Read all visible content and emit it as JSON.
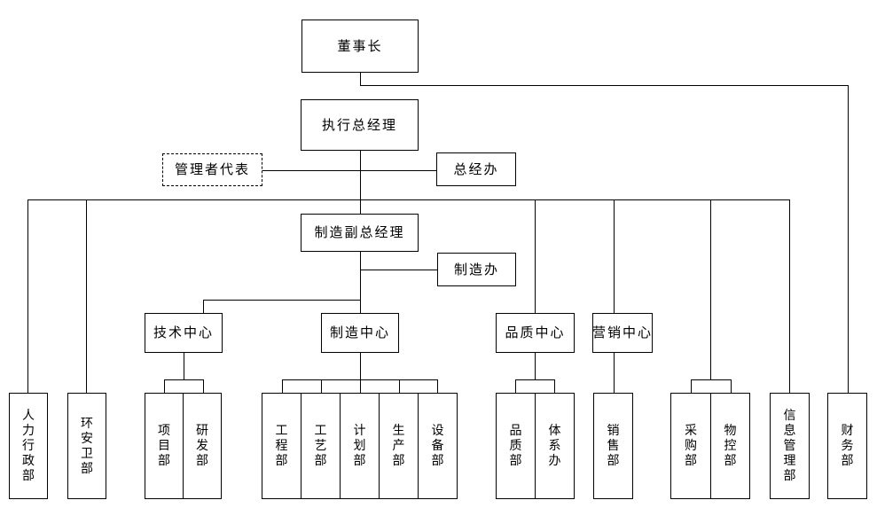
{
  "org_chart": {
    "colors": {
      "line": "#000000",
      "background": "#ffffff",
      "text": "#000000"
    },
    "nodes": [
      {
        "id": "chairman",
        "label": "董事长"
      },
      {
        "id": "executive-gm",
        "label": "执行总经理"
      },
      {
        "id": "management-rep",
        "label": "管理者代表"
      },
      {
        "id": "gm-office",
        "label": "总经办"
      },
      {
        "id": "manufacturing-deputy-gm",
        "label": "制造副总经理"
      },
      {
        "id": "manufacturing-office",
        "label": "制造办"
      },
      {
        "id": "tech-center",
        "label": "技术中心"
      },
      {
        "id": "manufacturing-center",
        "label": "制造中心"
      },
      {
        "id": "quality-center",
        "label": "品质中心"
      },
      {
        "id": "marketing-center",
        "label": "营销中心"
      },
      {
        "id": "hr-admin-dept",
        "label": "人力行政部"
      },
      {
        "id": "ehs-dept",
        "label": "环安卫部"
      },
      {
        "id": "project-dept",
        "label": "项目部"
      },
      {
        "id": "rd-dept",
        "label": "研发部"
      },
      {
        "id": "engineering-dept",
        "label": "工程部"
      },
      {
        "id": "process-dept",
        "label": "工艺部"
      },
      {
        "id": "planning-dept",
        "label": "计划部"
      },
      {
        "id": "production-dept",
        "label": "生产部"
      },
      {
        "id": "equipment-dept",
        "label": "设备部"
      },
      {
        "id": "quality-dept",
        "label": "品质部"
      },
      {
        "id": "system-office",
        "label": "体系办"
      },
      {
        "id": "sales-dept",
        "label": "销售部"
      },
      {
        "id": "purchasing-dept",
        "label": "采购部"
      },
      {
        "id": "material-control-dept",
        "label": "物控部"
      },
      {
        "id": "info-management-dept",
        "label": "信息管理部"
      },
      {
        "id": "finance-dept",
        "label": "财务部"
      }
    ]
  }
}
